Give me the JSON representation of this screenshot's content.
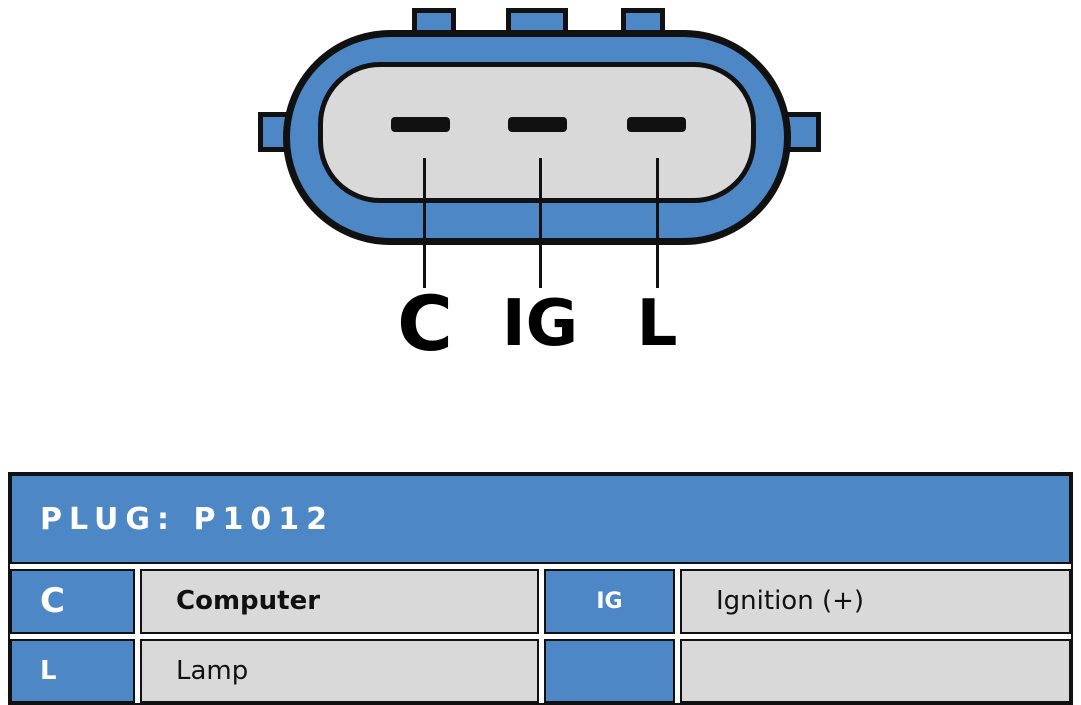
{
  "connector": {
    "pins": [
      {
        "label": "C"
      },
      {
        "label": "IG"
      },
      {
        "label": "L"
      }
    ],
    "colors": {
      "body_blue": "#4d87c6",
      "face_gray": "#d9d9d9",
      "outline": "#111111"
    }
  },
  "table": {
    "title": "PLUG: P1012",
    "rows": [
      {
        "cells": [
          {
            "text": "C"
          },
          {
            "text": "Computer"
          },
          {
            "text": "IG"
          },
          {
            "text": "Ignition (+)"
          }
        ]
      },
      {
        "cells": [
          {
            "text": "L"
          },
          {
            "text": "Lamp"
          },
          {
            "text": ""
          },
          {
            "text": ""
          }
        ]
      }
    ]
  }
}
